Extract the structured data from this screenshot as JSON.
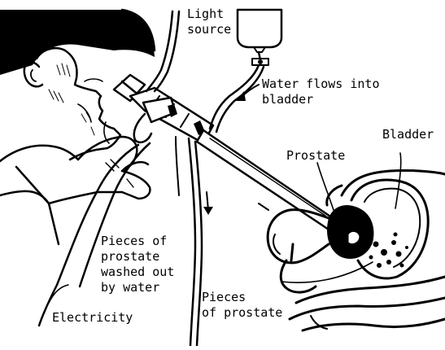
{
  "labels": {
    "light_source_1": "Light",
    "light_source_2": "source",
    "water_1": "Water flows into",
    "water_2": "bladder",
    "bladder": "Bladder",
    "prostate": "Prostate",
    "washed_1": "Pieces of",
    "washed_2": "prostate",
    "washed_3": "washed out",
    "washed_4": "by water",
    "electricity": "Electricity",
    "pieces_1": "Pieces",
    "pieces_2": "of prostate"
  },
  "colors": {
    "ink": "#000000",
    "background": "#ffffff"
  }
}
